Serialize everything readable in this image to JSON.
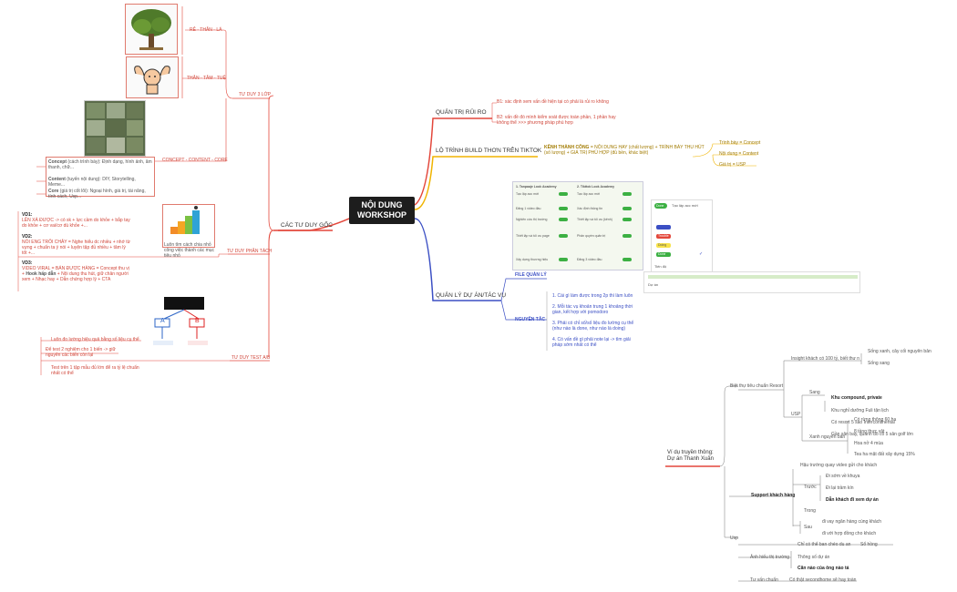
{
  "center": {
    "line1": "NỘI DUNG",
    "line2": "WORKSHOP"
  },
  "colors": {
    "red": "#e3473b",
    "yellow": "#f0b400",
    "blue": "#3b4fc4",
    "dark": "#1d1d1d"
  },
  "left": {
    "tu_duy_goc": "CÁC TƯ DUY GỐC",
    "tu_duy_3_lop": "TƯ DUY 3 LỚP",
    "re_than_la": "RỄ - THÂN - LÁ",
    "than_tam_tue": "THÂN - TÂM - TUỆ",
    "concept_content_core": "CONCEPT - CONTENT - CORE",
    "concept_def": "(cách trình bày): Định dạng, hình ảnh, âm thanh, chữ...",
    "concept_label": "Concept",
    "content_label": "Content",
    "content_def": "(tuyến nội dung): DIY, Storytelling, Meme...",
    "core_label": "Core",
    "core_def": "(giá trị cốt lõi): Ngoại hình, giá trị, tài năng, tính cách, Usp...",
    "tu_duy_phan_tach": "TƯ DUY PHÂN TÁCH",
    "phan_tach_note": "Luôn tìm cách chia nhỏ công việc thành các mục tiêu nhỏ",
    "vd1_title": "VD1:",
    "vd1_text": "LÊN XÀ ĐƯỢC -> có sk + lực cầm do khỏe + bắp tay do khỏe + cơ vai/cơ dù khỏe +...",
    "vd2_title": "VD2:",
    "vd2_text": "NÓI ENG TRÔI CHẢY = Nghe hiểu dc nhiều + nhớ từ vựng + chuẩn ta ý nói + luyện tập đủ nhiều + tâm lý tốt +...",
    "vd3_title": "VD3:",
    "vd3_text_1": "VIDEO VIRAL = BÁN ĐƯỢC HÀNG = Concept thu vị + ",
    "vd3_hook": "Hook hấp dẫn",
    "vd3_text_2": " + Nội dung thu hút, giữ chân người xem + Nhạc hay + Dẫn chứng hợp lý + CTA",
    "tu_duy_test_ab": "TƯ DUY TEST A/B",
    "ab_a": "A",
    "ab_b": "B",
    "ab_1": "Luôn đo lường hiệu quả bằng số liệu cụ thể",
    "ab_2": "Để test 2 nghiệm cho 1 biến -> giữ nguyên các biến còn lại",
    "ab_3": "Test trên 1 tập mẫu đủ lớn để ra tỷ lệ chuẩn nhất có thể"
  },
  "right": {
    "quan_tri_rui_ro": "QUẢN TRỊ RỦI RO",
    "b1": "B1: xác định xem vấn đề hiện tại có phải là rủi ro không",
    "b2": "B2: vấn đề đó mình kiểm soát được toàn phần, 1 phần hay không thể >>> phương pháp phù hợp",
    "lo_trinh": "LỘ TRÌNH BUILD THƠN TRÊN TIKTOK",
    "kenh_label": "KÊNH THÀNH CÔNG",
    "kenh_text": " = NỘI DUNG HAY (chất lượng) + TRÌNH BÀY THU HÚT (số lượng) + GIÁ TRỊ PHÙ HỢP (đủ bền, khác biệt)",
    "trinh_bay": "Trình bày = Concept",
    "noi_dung": "Nội dung = Content",
    "gia_tri": "Giá trị = USP",
    "quan_ly_du_an": "QUẢN LÝ DỰ ÁN/TÁC VỤ",
    "file_quan_ly": "FILE QUẢN LÝ",
    "nguyen_tac": "NGUYÊN TẮC",
    "nt1": "1. Cái gì làm được trong 2p thì làm luôn",
    "nt2": "2. Mỗi tác vụ khoản trung 1 khoảng thời gian, kết hợp với pomodoro",
    "nt3": "3. Phải có chỉ số/số liệu đo lường cụ thể (như nào là done, như nào là doing)",
    "nt4": "4. Có vấn đề gì phải note lại -> tìm giải pháp sớm nhất có thể",
    "sheet_h1": "1. Tanpaaje Look Academy",
    "sheet_h2": "2. Tikttok Look Academy",
    "sheet_rows_left": [
      "Tạo lập acc mới",
      "Đăng 1 video đầu",
      "Nghiên cứu thị trường",
      "Thiết lập và tối ưu page",
      "Xây dựng thương hiệu"
    ],
    "sheet_rows_right": [
      "Tạo lập acc mới",
      "Xác định thông tin",
      "Thiết lập và tối ưu (kênh)",
      "Phân quyền quản trị",
      "Đăng 3 video đầu"
    ],
    "status_done": "Done",
    "dropdown_placeholder": "Tạo lập acc mới",
    "dropdown_options": [
      "Done",
      "Trouble",
      "Doing",
      "Done"
    ],
    "tien_do": "Tiến độ",
    "du_an": "Dự án"
  },
  "example": {
    "title_1": "Ví dụ truyền thông:",
    "title_2": "Dự án Thanh Xuân",
    "biet_thu": "Biệt thự tiêu chuẩn Resort",
    "insight": "Insight khách có 100 tỷ, biết thư n",
    "insight_1": "Sống xanh, cây cối nguyên bản",
    "insight_2": "Sống sang",
    "usp": "USP",
    "sang": "Sang",
    "sang_1": "Khu compound, private",
    "sang_2": "Khu nghỉ dưỡng Fuli tận lịch",
    "sang_3": "Có resort 5 sao Intercontinental",
    "sang_4": "Gần sân bay, quanh đó có 5 sân golf lớn",
    "xanh": "Xanh nguyên bản",
    "xanh_1": "Có rừng thông 60 ha",
    "xanh_2": "8 tầng thực vật",
    "xanh_3": "Hoa nở 4 mùa",
    "xanh_4": "Tea ha mặt đất xây dựng 15%",
    "usp2": "Usp",
    "support": "Support khách hàng",
    "hau_truong": "Hậu trường quay video gửi cho khách",
    "truoc": "Trước",
    "truoc_1": "Đi sớm về khuya",
    "truoc_2": "Đi lại trầm kín",
    "truoc_3": "Dẫn khách đi xem dự án",
    "trong": "Trong",
    "sau": "Sau",
    "sau_1": "đi vay ngân hàng cùng khách",
    "sau_2": "đi với hợp đồng cho khách",
    "chi_co": "Chỉ có thể ban chéo du an",
    "so_hong": "Sổ hồng",
    "anh_hieu": "Ảnh hiểu thị trường",
    "thong_so": "Thông số dự án",
    "can_nao": "Căn nào của ông nào tá",
    "tu_van": "Tư vấn chuẩn",
    "co_that": "Có thật secondhome sẽ hay toàn"
  }
}
